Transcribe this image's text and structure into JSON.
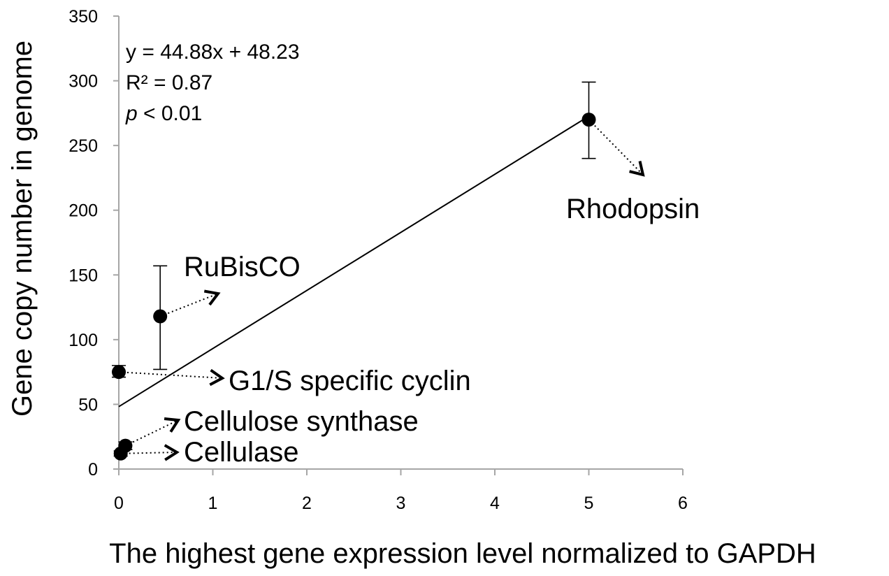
{
  "chart_data": {
    "type": "scatter",
    "title": "",
    "xlabel": "The highest gene expression level normalized to GAPDH",
    "ylabel": "Gene copy number in genome",
    "xlim": [
      0,
      6
    ],
    "ylim": [
      0,
      350
    ],
    "xticks": [
      0,
      1,
      2,
      3,
      4,
      5,
      6
    ],
    "yticks": [
      0,
      50,
      100,
      150,
      200,
      250,
      300,
      350
    ],
    "grid": false,
    "legend": "none",
    "points": [
      {
        "label": "Rhodopsin",
        "x": 5.0,
        "y": 270,
        "err_low": 240,
        "err_high": 299
      },
      {
        "label": "RuBisCO",
        "x": 0.44,
        "y": 118,
        "err_low": 77,
        "err_high": 157
      },
      {
        "label": "G1/S specific cyclin",
        "x": 0.0,
        "y": 75,
        "err_low": 71,
        "err_high": 80
      },
      {
        "label": "Cellulose synthase",
        "x": 0.07,
        "y": 18,
        "err_low": 15,
        "err_high": 21
      },
      {
        "label": "Cellulase",
        "x": 0.02,
        "y": 12,
        "err_low": 10,
        "err_high": 14
      }
    ],
    "trendline": {
      "slope": 44.88,
      "intercept": 48.23,
      "x_range": [
        0,
        5
      ]
    },
    "annotations": {
      "equation": "y = 44.88x + 48.23",
      "r2": "R² = 0.87",
      "p_italic": "p",
      "p_rest": " < 0.01"
    },
    "colors": {
      "marker": "#000000",
      "line": "#000000",
      "axis": "#a6a6a6"
    }
  }
}
